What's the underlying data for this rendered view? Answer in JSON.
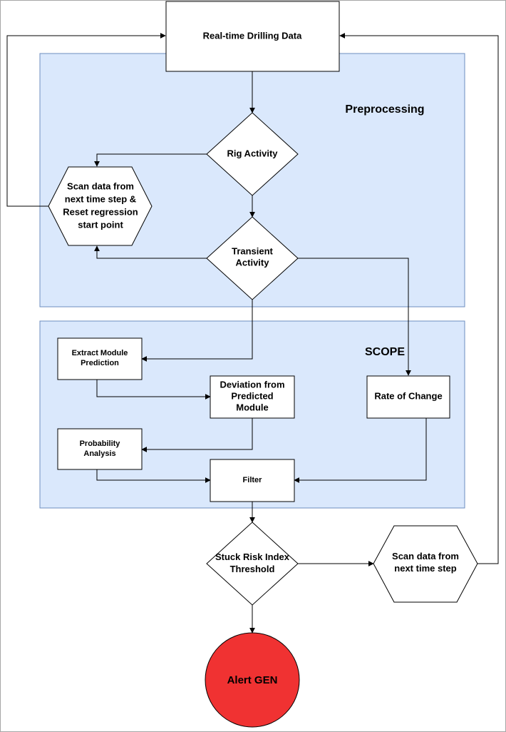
{
  "regions": {
    "preprocessing": {
      "label": "Preprocessing",
      "fill": "#dae8fc",
      "stroke": "#6c8ebf"
    },
    "scope": {
      "label": "SCOPE",
      "fill": "#dae8fc",
      "stroke": "#6c8ebf"
    }
  },
  "nodes": {
    "realtime": {
      "lines": [
        "Real-time Drilling Data"
      ]
    },
    "rig_activity": {
      "lines": [
        "Rig Activity"
      ]
    },
    "scan_reset": {
      "lines": [
        "Scan data from",
        "next time step &",
        "Reset regression",
        "start point"
      ]
    },
    "transient": {
      "lines": [
        "Transient",
        "Activity"
      ]
    },
    "extract": {
      "lines": [
        "Extract Module",
        "Prediction"
      ]
    },
    "deviation": {
      "lines": [
        "Deviation from",
        "Predicted",
        "Module"
      ]
    },
    "rate": {
      "lines": [
        "Rate of Change"
      ]
    },
    "probability": {
      "lines": [
        "Probability",
        "Analysis"
      ]
    },
    "filter": {
      "lines": [
        "Filter"
      ]
    },
    "stuck": {
      "lines": [
        "Stuck Risk Index",
        "Threshold"
      ]
    },
    "scan_next": {
      "lines": [
        "Scan data from",
        "next time step"
      ]
    },
    "alert": {
      "lines": [
        "Alert GEN"
      ]
    }
  },
  "colors": {
    "alert": "#f03232",
    "line": "#000000"
  }
}
